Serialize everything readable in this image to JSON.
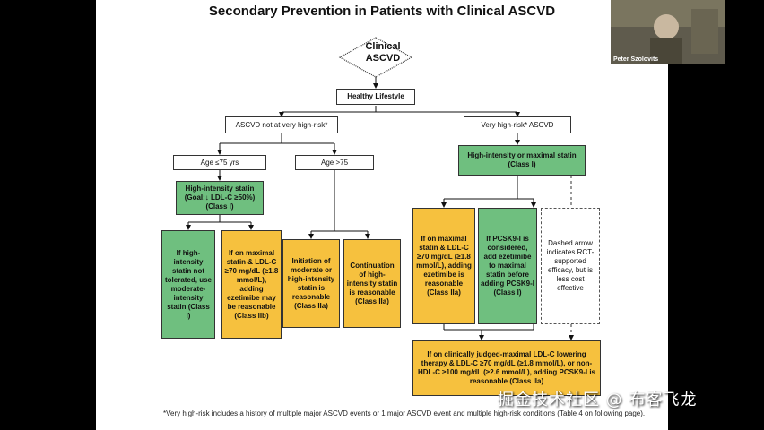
{
  "slide": {
    "title": "Secondary Prevention in Patients with Clinical ASCVD",
    "start": "Clinical ASCVD",
    "lifestyle": "Healthy Lifestyle",
    "branch_left": "ASCVD not at very high-risk*",
    "branch_right": "Very high-risk* ASCVD",
    "age_le75": "Age ≤75 yrs",
    "age_gt75": "Age >75",
    "high_statin": "High-intensity statin (Goal:↓ LDL-C ≥50%) (Class I)",
    "not_tolerated": "If high-intensity statin not tolerated, use moderate-intensity statin (Class I)",
    "ezetimibe_left": "If on maximal statin & LDL-C ≥70 mg/dL (≥1.8 mmol/L), adding ezetimibe may be reasonable (Class IIb)",
    "initiation": "Initiation of moderate or high-intensity statin is reasonable (Class IIa)",
    "continuation": "Continuation of high-intensity statin is reasonable (Class IIa)",
    "max_statin": "High-intensity or maximal statin (Class I)",
    "ezetimibe_right": "If on maximal statin & LDL-C ≥70 mg/dL (≥1.8 mmol/L), adding ezetimibe is reasonable (Class IIa)",
    "pcsk9": "If PCSK9-I is considered, add ezetimibe to maximal statin before adding PCSK9-I (Class I)",
    "dashed_note": "Dashed arrow indicates RCT-supported efficacy, but is less cost effective",
    "final": "If on clinically judged-maximal LDL-C lowering therapy & LDL-C ≥70 mg/dL (≥1.8 mmol/L), or non-HDL-C ≥100 mg/dL (≥2.6 mmol/L), adding PCSK9-I is reasonable (Class IIa)",
    "footnote": "*Very high-risk includes a history of multiple major ASCVD events or 1 major ASCVD event and multiple high-risk conditions (Table 4 on following page)."
  },
  "video": {
    "presenter": "Peter Szolovits"
  },
  "watermark": "掘金技术社区 @ 布客飞龙",
  "colors": {
    "green": "#6fbf7f",
    "orange": "#f6c13e"
  }
}
